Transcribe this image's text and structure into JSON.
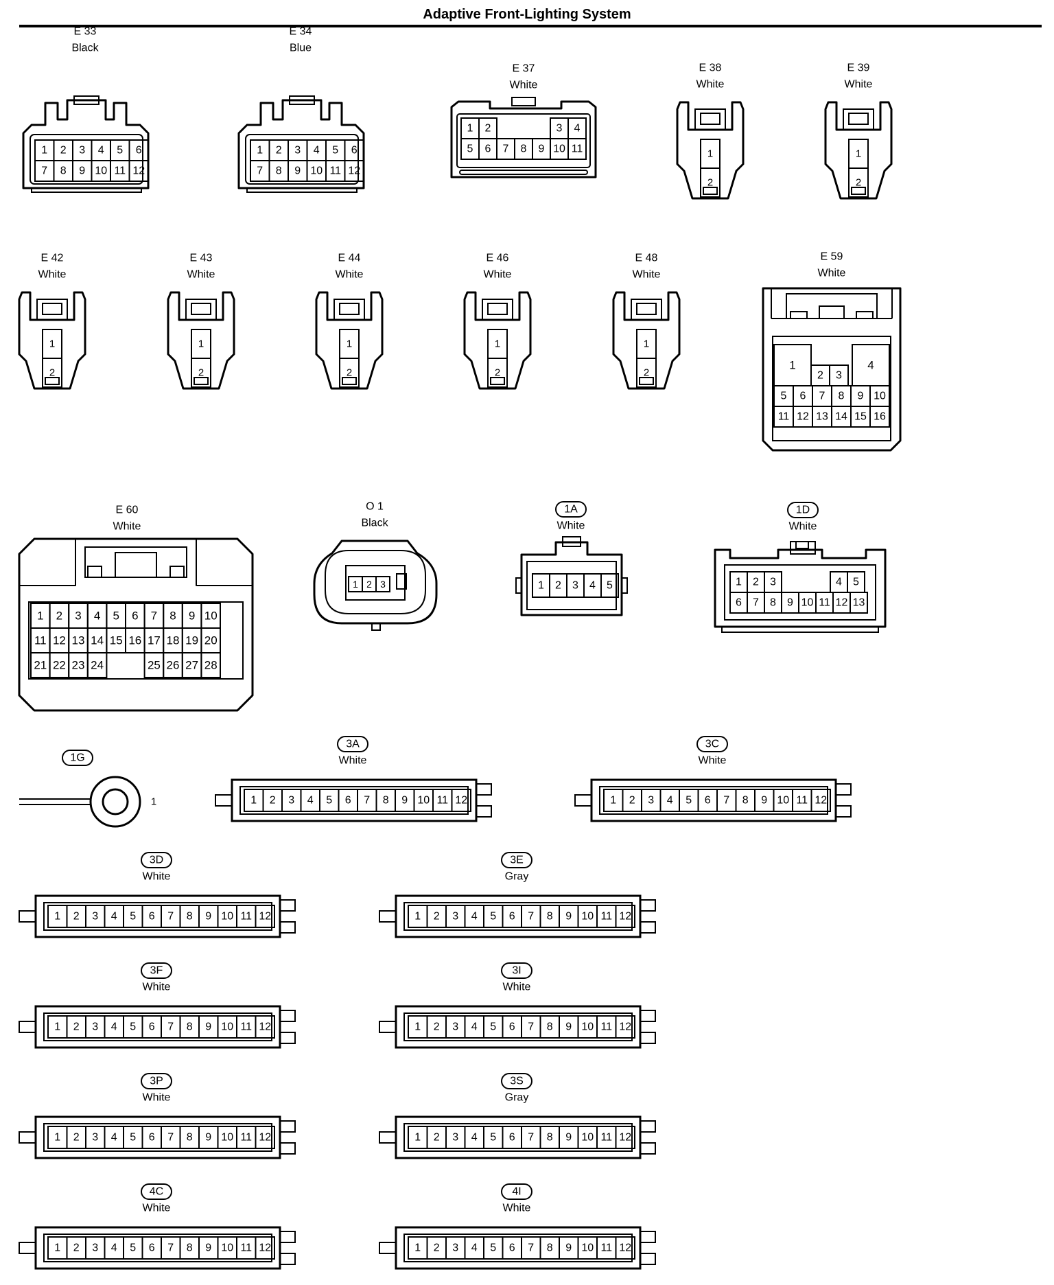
{
  "title": "Adaptive Front-Lighting System",
  "connectors": [
    {
      "code": "E 33",
      "color": "Black",
      "pins": [
        "1",
        "2",
        "3",
        "4",
        "5",
        "6",
        "7",
        "8",
        "9",
        "10",
        "11",
        "12"
      ]
    },
    {
      "code": "E 34",
      "color": "Blue",
      "pins": [
        "1",
        "2",
        "3",
        "4",
        "5",
        "6",
        "7",
        "8",
        "9",
        "10",
        "11",
        "12"
      ]
    },
    {
      "code": "E 37",
      "color": "White",
      "pins": [
        "1",
        "2",
        "3",
        "4",
        "5",
        "6",
        "7",
        "8",
        "9",
        "10",
        "11"
      ]
    },
    {
      "code": "E 38",
      "color": "White",
      "pins": [
        "1",
        "2"
      ]
    },
    {
      "code": "E 39",
      "color": "White",
      "pins": [
        "1",
        "2"
      ]
    },
    {
      "code": "E 42",
      "color": "White",
      "pins": [
        "1",
        "2"
      ]
    },
    {
      "code": "E 43",
      "color": "White",
      "pins": [
        "1",
        "2"
      ]
    },
    {
      "code": "E 44",
      "color": "White",
      "pins": [
        "1",
        "2"
      ]
    },
    {
      "code": "E 46",
      "color": "White",
      "pins": [
        "1",
        "2"
      ]
    },
    {
      "code": "E 48",
      "color": "White",
      "pins": [
        "1",
        "2"
      ]
    },
    {
      "code": "E 59",
      "color": "White",
      "pins": [
        "1",
        "2",
        "3",
        "4",
        "5",
        "6",
        "7",
        "8",
        "9",
        "10",
        "11",
        "12",
        "13",
        "14",
        "15",
        "16"
      ]
    },
    {
      "code": "E 60",
      "color": "White",
      "pins": [
        "1",
        "2",
        "3",
        "4",
        "5",
        "6",
        "7",
        "8",
        "9",
        "10",
        "11",
        "12",
        "13",
        "14",
        "15",
        "16",
        "17",
        "18",
        "19",
        "20",
        "21",
        "22",
        "23",
        "24",
        "25",
        "26",
        "27",
        "28"
      ]
    },
    {
      "code": "O 1",
      "color": "Black",
      "pins": [
        "1",
        "2",
        "3"
      ]
    },
    {
      "code": "1A",
      "color": "White",
      "pins": [
        "1",
        "2",
        "3",
        "4",
        "5"
      ]
    },
    {
      "code": "1D",
      "color": "White",
      "pins": [
        "1",
        "2",
        "3",
        "4",
        "5",
        "6",
        "7",
        "8",
        "9",
        "10",
        "11",
        "12",
        "13"
      ]
    },
    {
      "code": "1G",
      "color": "",
      "pins": [
        "1"
      ]
    },
    {
      "code": "3A",
      "color": "White",
      "pins": [
        "1",
        "2",
        "3",
        "4",
        "5",
        "6",
        "7",
        "8",
        "9",
        "10",
        "11",
        "12"
      ]
    },
    {
      "code": "3C",
      "color": "White",
      "pins": [
        "1",
        "2",
        "3",
        "4",
        "5",
        "6",
        "7",
        "8",
        "9",
        "10",
        "11",
        "12"
      ]
    },
    {
      "code": "3D",
      "color": "White",
      "pins": [
        "1",
        "2",
        "3",
        "4",
        "5",
        "6",
        "7",
        "8",
        "9",
        "10",
        "11",
        "12"
      ]
    },
    {
      "code": "3E",
      "color": "Gray",
      "pins": [
        "1",
        "2",
        "3",
        "4",
        "5",
        "6",
        "7",
        "8",
        "9",
        "10",
        "11",
        "12"
      ]
    },
    {
      "code": "3F",
      "color": "White",
      "pins": [
        "1",
        "2",
        "3",
        "4",
        "5",
        "6",
        "7",
        "8",
        "9",
        "10",
        "11",
        "12"
      ]
    },
    {
      "code": "3I",
      "color": "White",
      "pins": [
        "1",
        "2",
        "3",
        "4",
        "5",
        "6",
        "7",
        "8",
        "9",
        "10",
        "11",
        "12"
      ]
    },
    {
      "code": "3P",
      "color": "White",
      "pins": [
        "1",
        "2",
        "3",
        "4",
        "5",
        "6",
        "7",
        "8",
        "9",
        "10",
        "11",
        "12"
      ]
    },
    {
      "code": "3S",
      "color": "Gray",
      "pins": [
        "1",
        "2",
        "3",
        "4",
        "5",
        "6",
        "7",
        "8",
        "9",
        "10",
        "11",
        "12"
      ]
    },
    {
      "code": "4C",
      "color": "White",
      "pins": [
        "1",
        "2",
        "3",
        "4",
        "5",
        "6",
        "7",
        "8",
        "9",
        "10",
        "11",
        "12"
      ]
    },
    {
      "code": "4I",
      "color": "White",
      "pins": [
        "1",
        "2",
        "3",
        "4",
        "5",
        "6",
        "7",
        "8",
        "9",
        "10",
        "11",
        "12"
      ]
    }
  ]
}
